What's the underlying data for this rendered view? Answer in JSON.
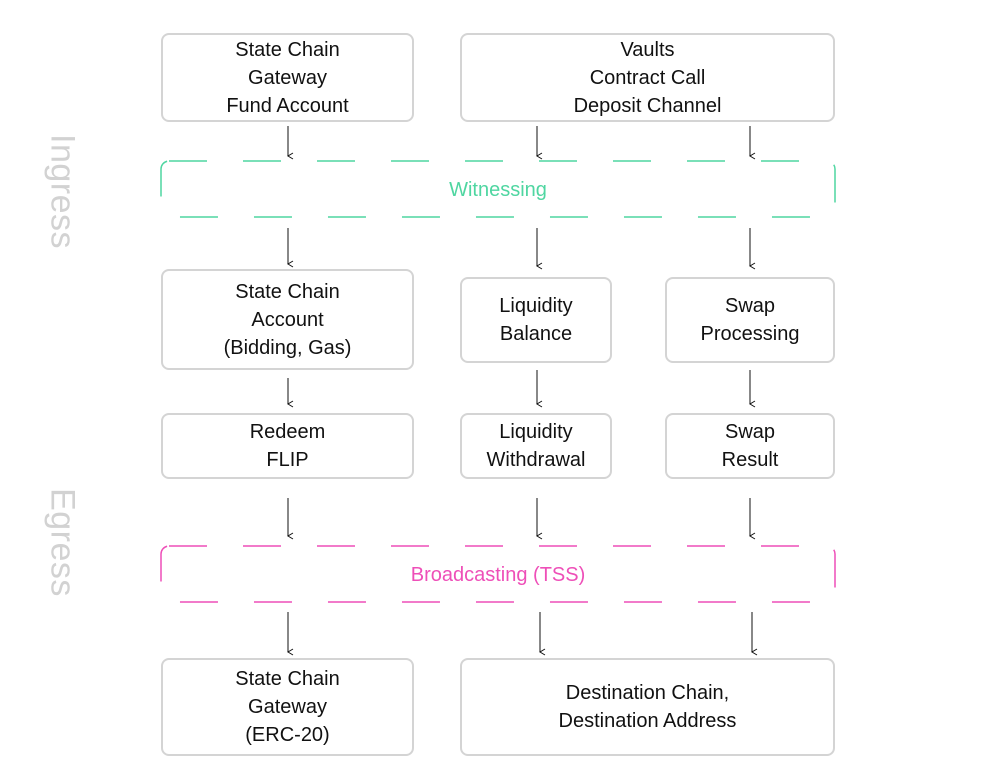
{
  "phases": {
    "ingress": {
      "label": "Ingress",
      "color": "#d0d0d0"
    },
    "egress": {
      "label": "Egress",
      "color": "#d0d0d0"
    }
  },
  "bands": {
    "witnessing": {
      "label": "Witnessing",
      "color": "#4fd6a1"
    },
    "broadcasting": {
      "label": "Broadcasting (TSS)",
      "color": "#ee4fb8"
    }
  },
  "boxes": {
    "state_chain_gateway_fund": [
      "State Chain",
      "Gateway",
      "Fund Account"
    ],
    "vaults": [
      "Vaults",
      "Contract Call",
      "Deposit Channel"
    ],
    "state_chain_account": [
      "State Chain",
      "Account",
      "(Bidding, Gas)"
    ],
    "liquidity_balance": [
      "Liquidity",
      "Balance"
    ],
    "swap_processing": [
      "Swap",
      "Processing"
    ],
    "redeem_flip": [
      "Redeem",
      "FLIP"
    ],
    "liquidity_withdrawal": [
      "Liquidity",
      "Withdrawal"
    ],
    "swap_result": [
      "Swap",
      "Result"
    ],
    "state_chain_gateway_erc20": [
      "State Chain",
      "Gateway",
      "(ERC-20)"
    ],
    "destination": [
      "Destination Chain,",
      "Destination Address"
    ]
  },
  "border_color": "#d4d4d4"
}
